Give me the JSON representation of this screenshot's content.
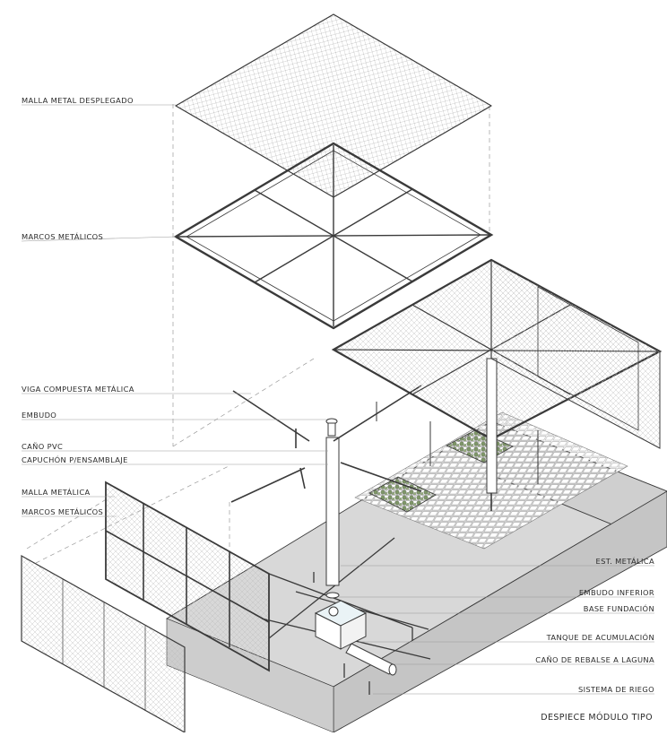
{
  "labels_left": [
    "MALLA METAL DESPLEGADO",
    "MARCOS METÁLICOS",
    "VIGA COMPUESTA METÁLICA",
    "EMBUDO",
    "CAÑO PVC",
    "CAPUCHÓN P/ENSAMBLAJE",
    "MALLA METÁLICA",
    "MARCOS METÁLICOS"
  ],
  "labels_right": [
    "EST. METÁLICA",
    "EMBUDO INFERIOR",
    "BASE FUNDACIÓN",
    "TANQUE DE ACUMULACIÓN",
    "CAÑO DE REBALSE A LAGUNA",
    "SISTEMA DE RIEGO"
  ],
  "title": "DESPIECE MÓDULO TIPO",
  "colors": {
    "line": "#3a3a3a",
    "light_line": "#9a9a9a",
    "base_top": "#d6d6d6",
    "base_side": "#c4c4c4",
    "mesh": "#b8b8b8",
    "planter": "#8fa37a"
  }
}
